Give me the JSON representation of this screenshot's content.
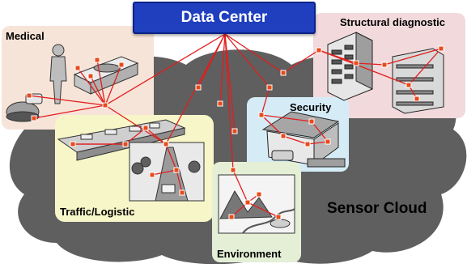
{
  "title": "Data Center",
  "domains": {
    "medical": "Medical",
    "structural": "Structural diagnostic",
    "security": "Security",
    "traffic": "Traffic/Logistic",
    "environment": "Environment"
  },
  "cloud_label": "Sensor Cloud",
  "colors": {
    "title_fill": "#1f3fbf",
    "node_fill": "#e94a1a",
    "link": "#e21d1d",
    "cloud": "#5f5f5f",
    "medical_panel": "#f7e4d8",
    "structural_panel": "#f2d9dc",
    "security_panel": "#d5ecf7",
    "traffic_panel": "#f7f6c9",
    "environment_panel": "#e4efd6"
  }
}
